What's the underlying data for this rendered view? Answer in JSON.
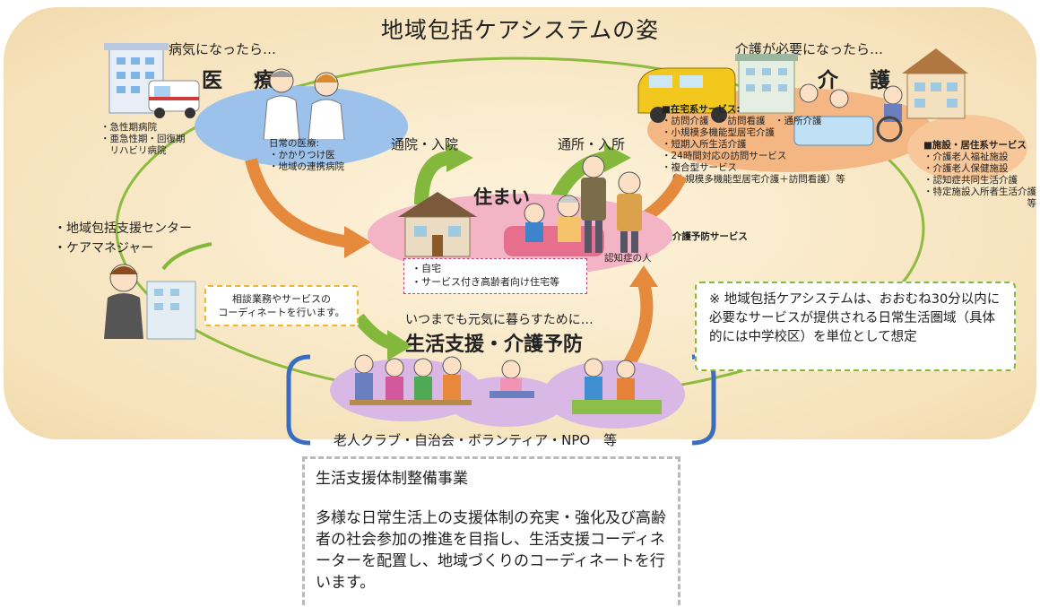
{
  "title": "地域包括ケアシステムの姿",
  "medical": {
    "lead": "病気になったら…",
    "heading": "医　療",
    "hospitals": [
      "・急性期病院",
      "・亜急性期・回復期",
      "　リハビリ病院"
    ],
    "daily_title": "日常の医療:",
    "daily_items": [
      "・かかりつけ医",
      "・地域の連携病院"
    ]
  },
  "care": {
    "lead": "介護が必要になったら…",
    "heading": "介　護",
    "home_services": [
      "■在宅系サービス:",
      "・訪問介護　・訪問看護　・通所介護",
      "・小規模多機能型居宅介護",
      "・短期入所生活介護",
      "・24時間対応の訪問サービス",
      "・複合型サービス",
      "　（小規模多機能型居宅介護＋訪問看護）等"
    ],
    "prevention": "■介護予防サービス",
    "facility_services": [
      "■施設・居住系サービス",
      "・介護老人福祉施設",
      "・介護老人保健施設",
      "・認知症共同生活介護",
      "・特定施設入所者生活介護",
      "　　　　　　　　　　　等"
    ]
  },
  "arrows": {
    "to_medical": "通院・入院",
    "to_care": "通所・入所"
  },
  "housing": {
    "heading": "住まい",
    "dementia_label": "認知症の人",
    "items": [
      "・自宅",
      "・サービス付き高齢者向け住宅等"
    ]
  },
  "community": {
    "lines": [
      "・地域包括支援センター",
      "・ケアマネジャー"
    ],
    "consult": "相談業務やサービスの\nコーディネートを行います。"
  },
  "support": {
    "lead": "いつまでも元気に暮らすために…",
    "heading": "生活支援・介護予防",
    "groups": "老人クラブ・自治会・ボランティア・NPO　等"
  },
  "note": {
    "text": "※ 地域包括ケアシステムは、おおむね30分以内に必要なサービスが提供される日常生活圏域（具体的には中学校区）を単位として想定"
  },
  "lower_box": {
    "title": "生活支援体制整備事業",
    "body": "多様な日常生活上の支援体制の充実・強化及び高齢者の社会参加の推進を目指し、生活支援コーディネーターを配置し、地域づくりのコーディネートを行います。"
  },
  "colors": {
    "ring": "#8cbb3f",
    "arrow_orange": "#e58a3c",
    "arrow_green": "#83b83c",
    "medical_ellipse": "#9cc1ea",
    "care_ellipse": "#f4b682",
    "housing_ellipse": "#f3b4c5",
    "support_ellipse": "#d9b8e6",
    "bracket_blue": "#3a6cc0"
  }
}
